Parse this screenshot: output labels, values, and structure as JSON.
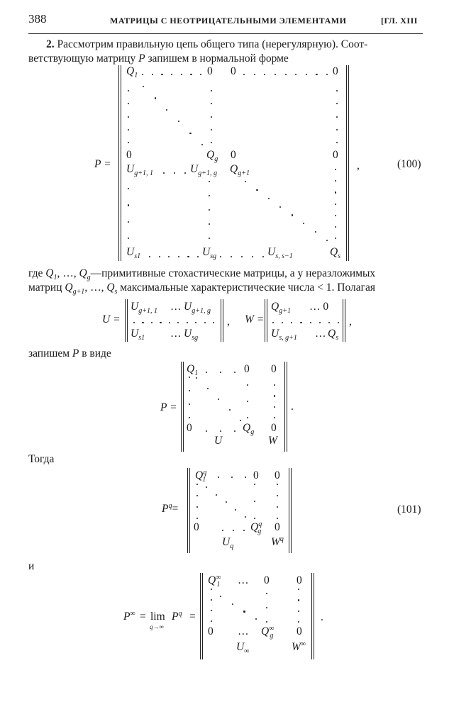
{
  "header": {
    "page_number": "388",
    "running_title": "МАТРИЦЫ С НЕОТРИЦАТЕЛЬНЫМИ ЭЛЕМЕНТАМИ",
    "chapter": "[ГЛ. XIII"
  },
  "para1": {
    "number": "2.",
    "line1": "Рассмотрим правильную цепь общего типа (нерегулярную). Соот-",
    "line2_a": "ветствующую матрицу",
    "line2_var": "P",
    "line2_b": "запишем в нормальной форме"
  },
  "eq100": {
    "lhs": "P =",
    "label": "(100)",
    "punct": ",",
    "cells": {
      "q1": {
        "b": "Q",
        "s": "1"
      },
      "z1": {
        "b": "0"
      },
      "z2": {
        "b": "0"
      },
      "z3": {
        "b": "0"
      },
      "z4": {
        "b": "0"
      },
      "qg": {
        "b": "Q",
        "s": "g"
      },
      "z5": {
        "b": "0"
      },
      "z6": {
        "b": "0"
      },
      "ug1": {
        "b": "U",
        "s": "g+1, 1"
      },
      "ugg": {
        "b": "U",
        "s": "g+1, g"
      },
      "qg1": {
        "b": "Q",
        "s": "g+1"
      },
      "us1": {
        "b": "U",
        "s": "s1"
      },
      "usg": {
        "b": "U",
        "s": "sg"
      },
      "uss": {
        "b": "U",
        "s": "s, s−1"
      },
      "qs": {
        "b": "Q",
        "s": "s"
      }
    }
  },
  "para2": {
    "l1_a": "где",
    "q1": {
      "b": "Q",
      "s": "1"
    },
    "l1_b": ", …,",
    "qg": {
      "b": "Q",
      "s": "g"
    },
    "l1_c": "—примитивные стохастические матрицы, а у неразложимых",
    "l2_a": "матриц",
    "qg1": {
      "b": "Q",
      "s": "g+1"
    },
    "l2_b": ", …,",
    "qs": {
      "b": "Q",
      "s": "s"
    },
    "l2_c": "максимальные характеристические числа < 1. Полагая"
  },
  "eqUW": {
    "u_lhs": "U =",
    "w_lhs": "W =",
    "punct1": ",",
    "punct2": ",",
    "u": {
      "a": {
        "b": "U",
        "s": "g+1, 1"
      },
      "b": "…",
      "c": {
        "b": "U",
        "s": "g+1, g"
      },
      "d": {
        "b": "U",
        "s": "s1"
      },
      "e": "…",
      "f": {
        "b": "U",
        "s": "sg"
      }
    },
    "w": {
      "a": {
        "b": "Q",
        "s": "g+1"
      },
      "b": "… 0",
      "d": {
        "b": "U",
        "s": "s, g+1"
      },
      "e": "…",
      "f": {
        "b": "Q",
        "s": "s"
      }
    }
  },
  "para3": {
    "a": "запишем",
    "var": "P",
    "b": "в  виде"
  },
  "eqP": {
    "lhs": "P =",
    "punct": ".",
    "q1": {
      "b": "Q",
      "s": "1"
    },
    "z1": "0",
    "z2": "0",
    "z3": "0",
    "qg": {
      "b": "Q",
      "s": "g"
    },
    "z4": "0",
    "U": "U",
    "W": "W"
  },
  "para4": {
    "text": "Тогда"
  },
  "eq101": {
    "lhs": {
      "b": "P",
      "p": "q"
    },
    "eq": "=",
    "label": "(101)",
    "q1": {
      "b": "Q",
      "s": "1",
      "p": "q"
    },
    "z1": "0",
    "z2": "0",
    "z3": "0",
    "qg": {
      "b": "Q",
      "s": "g",
      "p": "q"
    },
    "z4": "0",
    "U": {
      "b": "U",
      "s": "q"
    },
    "W": {
      "b": "W",
      "p": "q"
    }
  },
  "para5": {
    "text": "и"
  },
  "eqInf": {
    "lhs": {
      "b": "P",
      "p": "∞"
    },
    "eq1": "=",
    "lim": "lim",
    "limsub": "q→∞",
    "rhs": {
      "b": "P",
      "p": "q"
    },
    "eq2": "=",
    "punct": ".",
    "q1": {
      "b": "Q",
      "s": "1",
      "p": "∞"
    },
    "ell1": "…",
    "z1": "0",
    "z2": "0",
    "z3": "0",
    "ell2": "…",
    "qg": {
      "b": "Q",
      "s": "g",
      "p": "∞"
    },
    "z4": "0",
    "U": {
      "b": "U",
      "s": "∞"
    },
    "W": {
      "b": "W",
      "p": "∞"
    }
  }
}
